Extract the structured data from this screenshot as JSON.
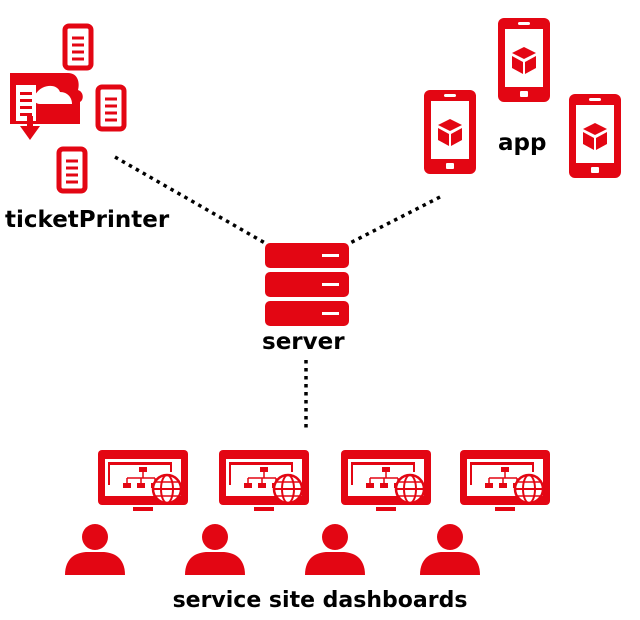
{
  "labels": {
    "ticket_printer": "ticketPrinter",
    "app": "app",
    "server": "server",
    "dashboards": "service site dashboards"
  },
  "nodes": {
    "ticket_printer_icons": [
      "printer-icon",
      "document-icon",
      "document-icon",
      "document-icon"
    ],
    "app_icons": [
      "smartphone-icon",
      "smartphone-icon",
      "smartphone-icon"
    ],
    "server_icon": "server-icon",
    "dashboard_count": 4,
    "user_count": 4
  },
  "connections": [
    {
      "from": "ticketPrinter",
      "to": "server",
      "style": "dotted"
    },
    {
      "from": "app",
      "to": "server",
      "style": "dotted"
    },
    {
      "from": "server",
      "to": "service site dashboards",
      "style": "dotted"
    }
  ],
  "colors": {
    "accent": "#e30613",
    "line": "#000000",
    "background": "#ffffff"
  }
}
